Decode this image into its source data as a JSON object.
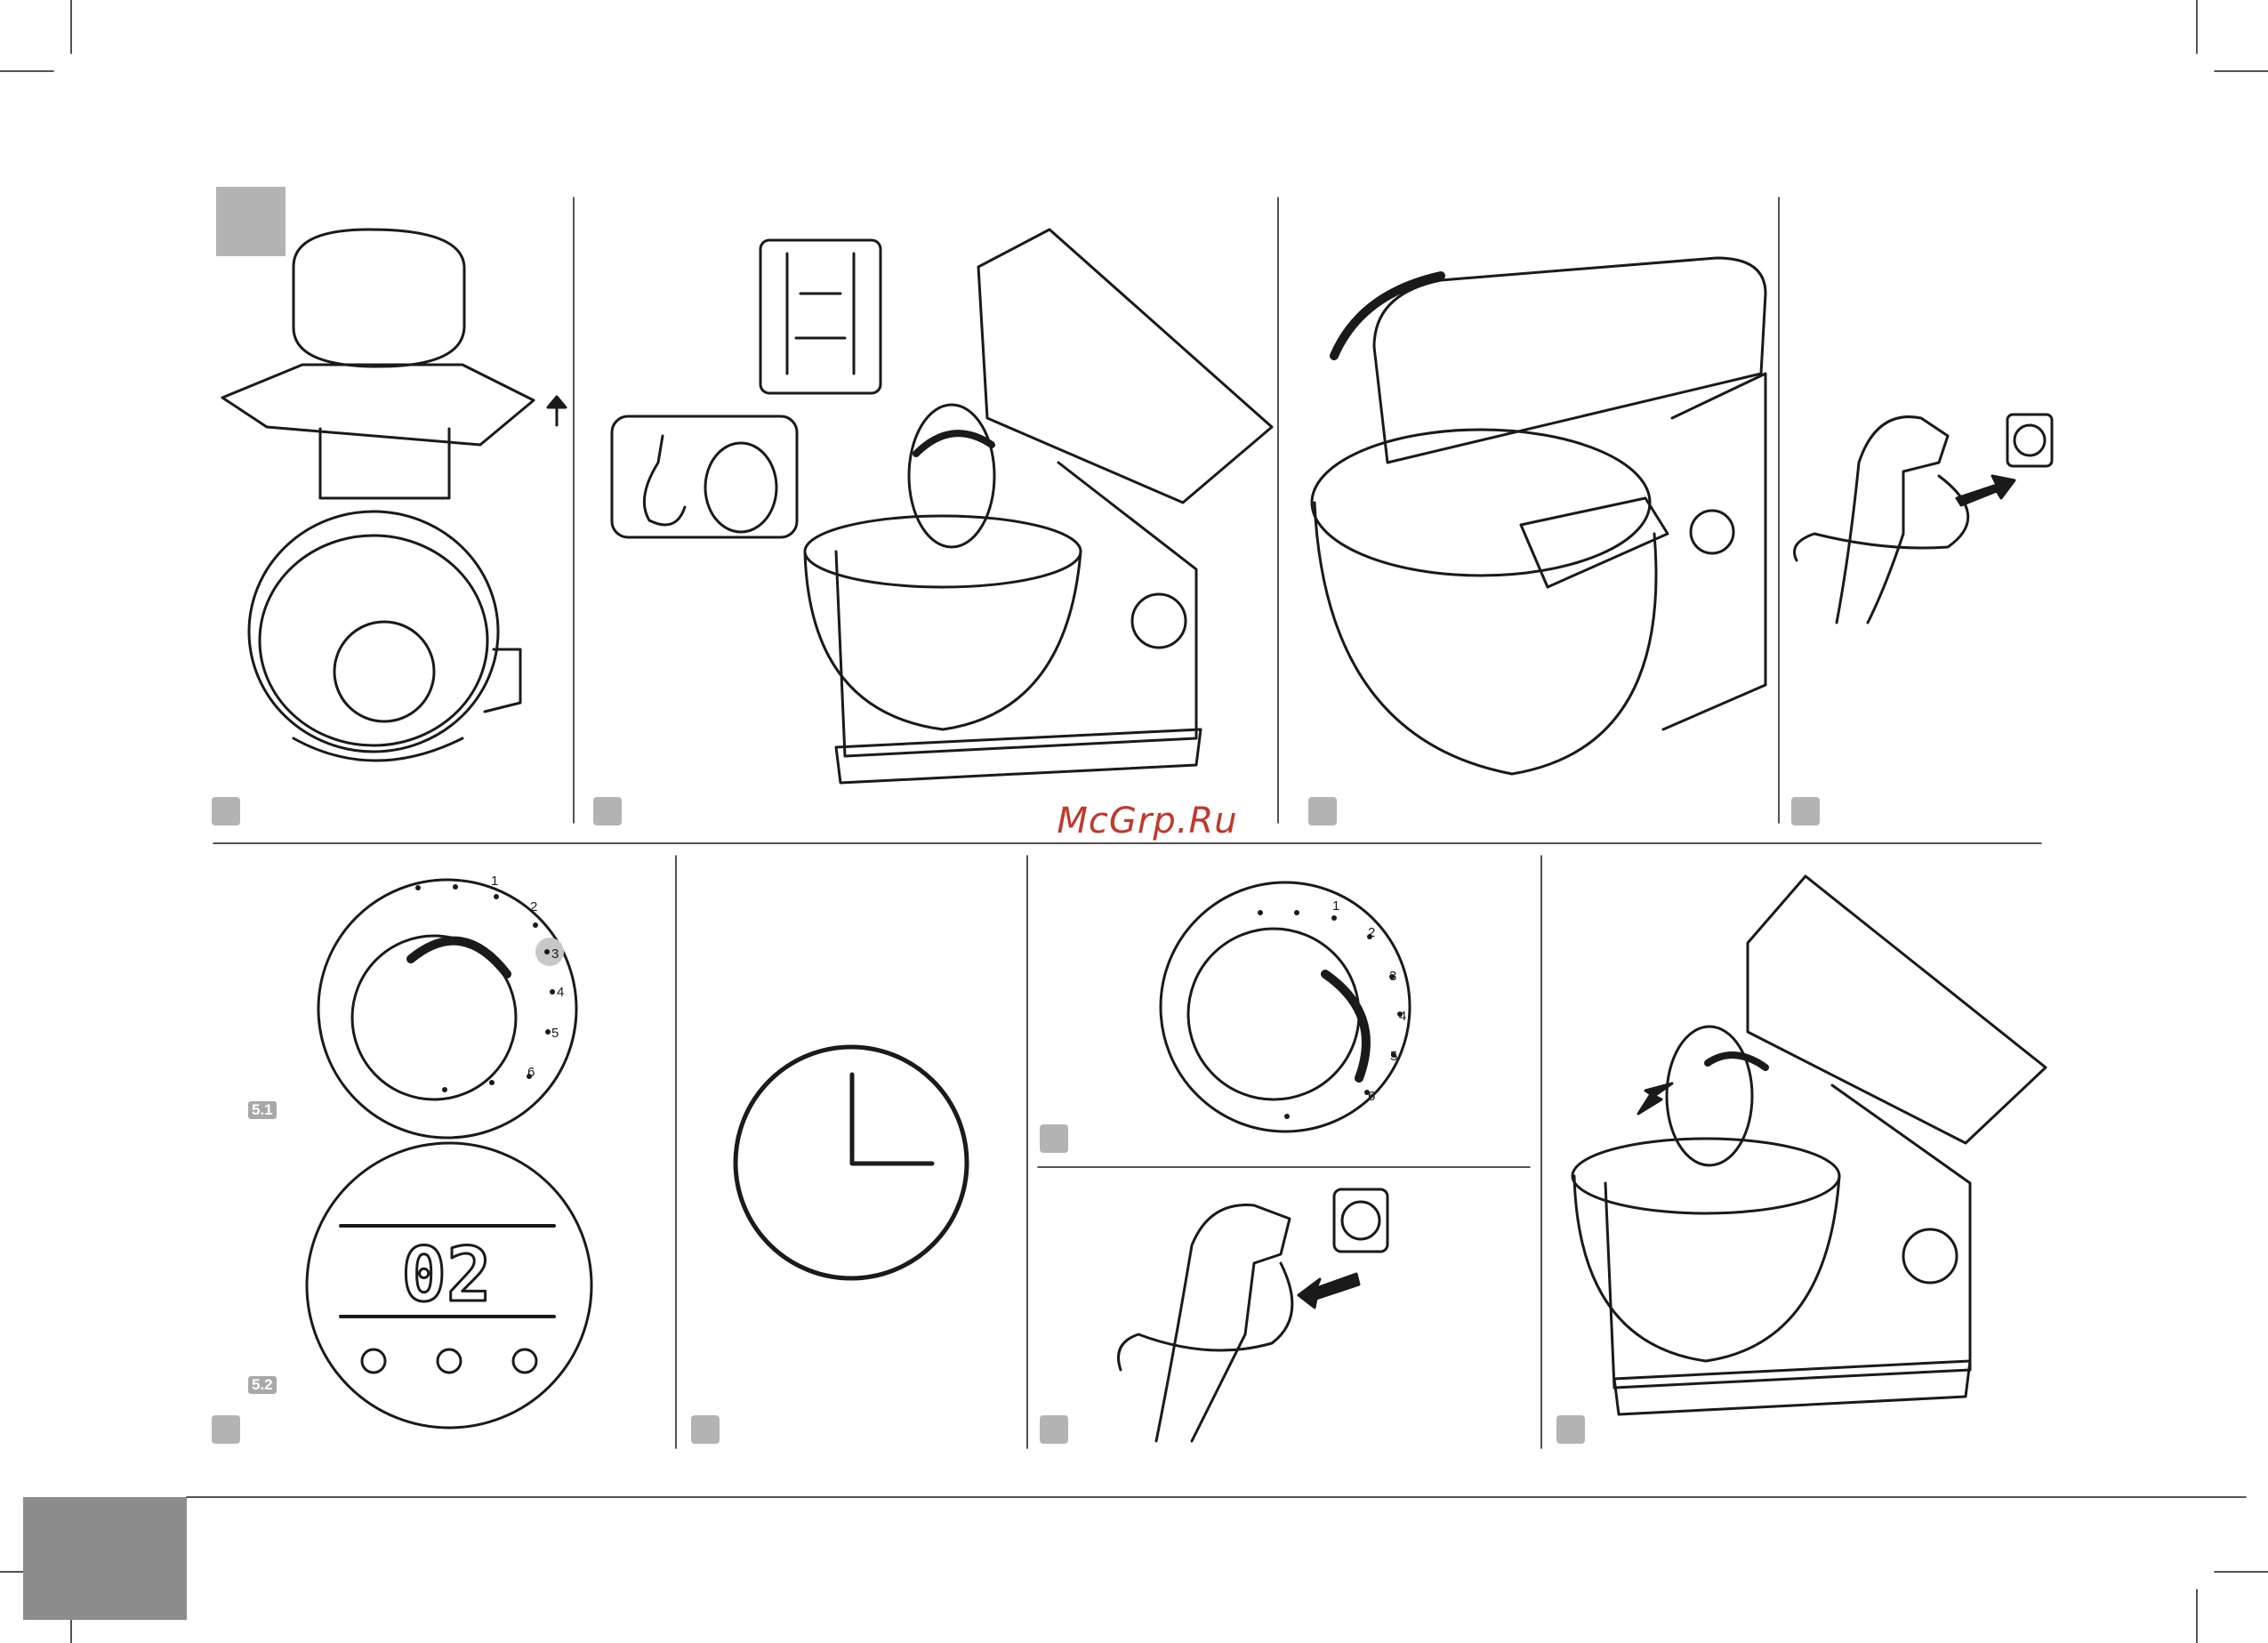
{
  "watermark": "McGrp.Ru",
  "sub_labels": {
    "dial_label": "5.1",
    "display_label": "5.2"
  },
  "display": {
    "readout": "02"
  },
  "dial_scale": [
    "1",
    "2",
    "3",
    "4",
    "5",
    "6"
  ],
  "icons": {
    "lift_arrow": "arrow-up-icon",
    "attach_arrow": "curved-arrow-icon",
    "lower_head_arrow": "curved-arrow-icon",
    "plug_in_arrow": "arrow-right-icon",
    "unplug_arrow": "arrow-left-icon",
    "timer": "clock-icon",
    "program_buttons": [
      "dough-hook-icon",
      "whisk-icon",
      "beater-icon"
    ]
  },
  "colors": {
    "line": "#1a1a1a",
    "badge": "#b3b3b3",
    "highlight": "#c8c8c8",
    "watermark": "#c0392b"
  }
}
